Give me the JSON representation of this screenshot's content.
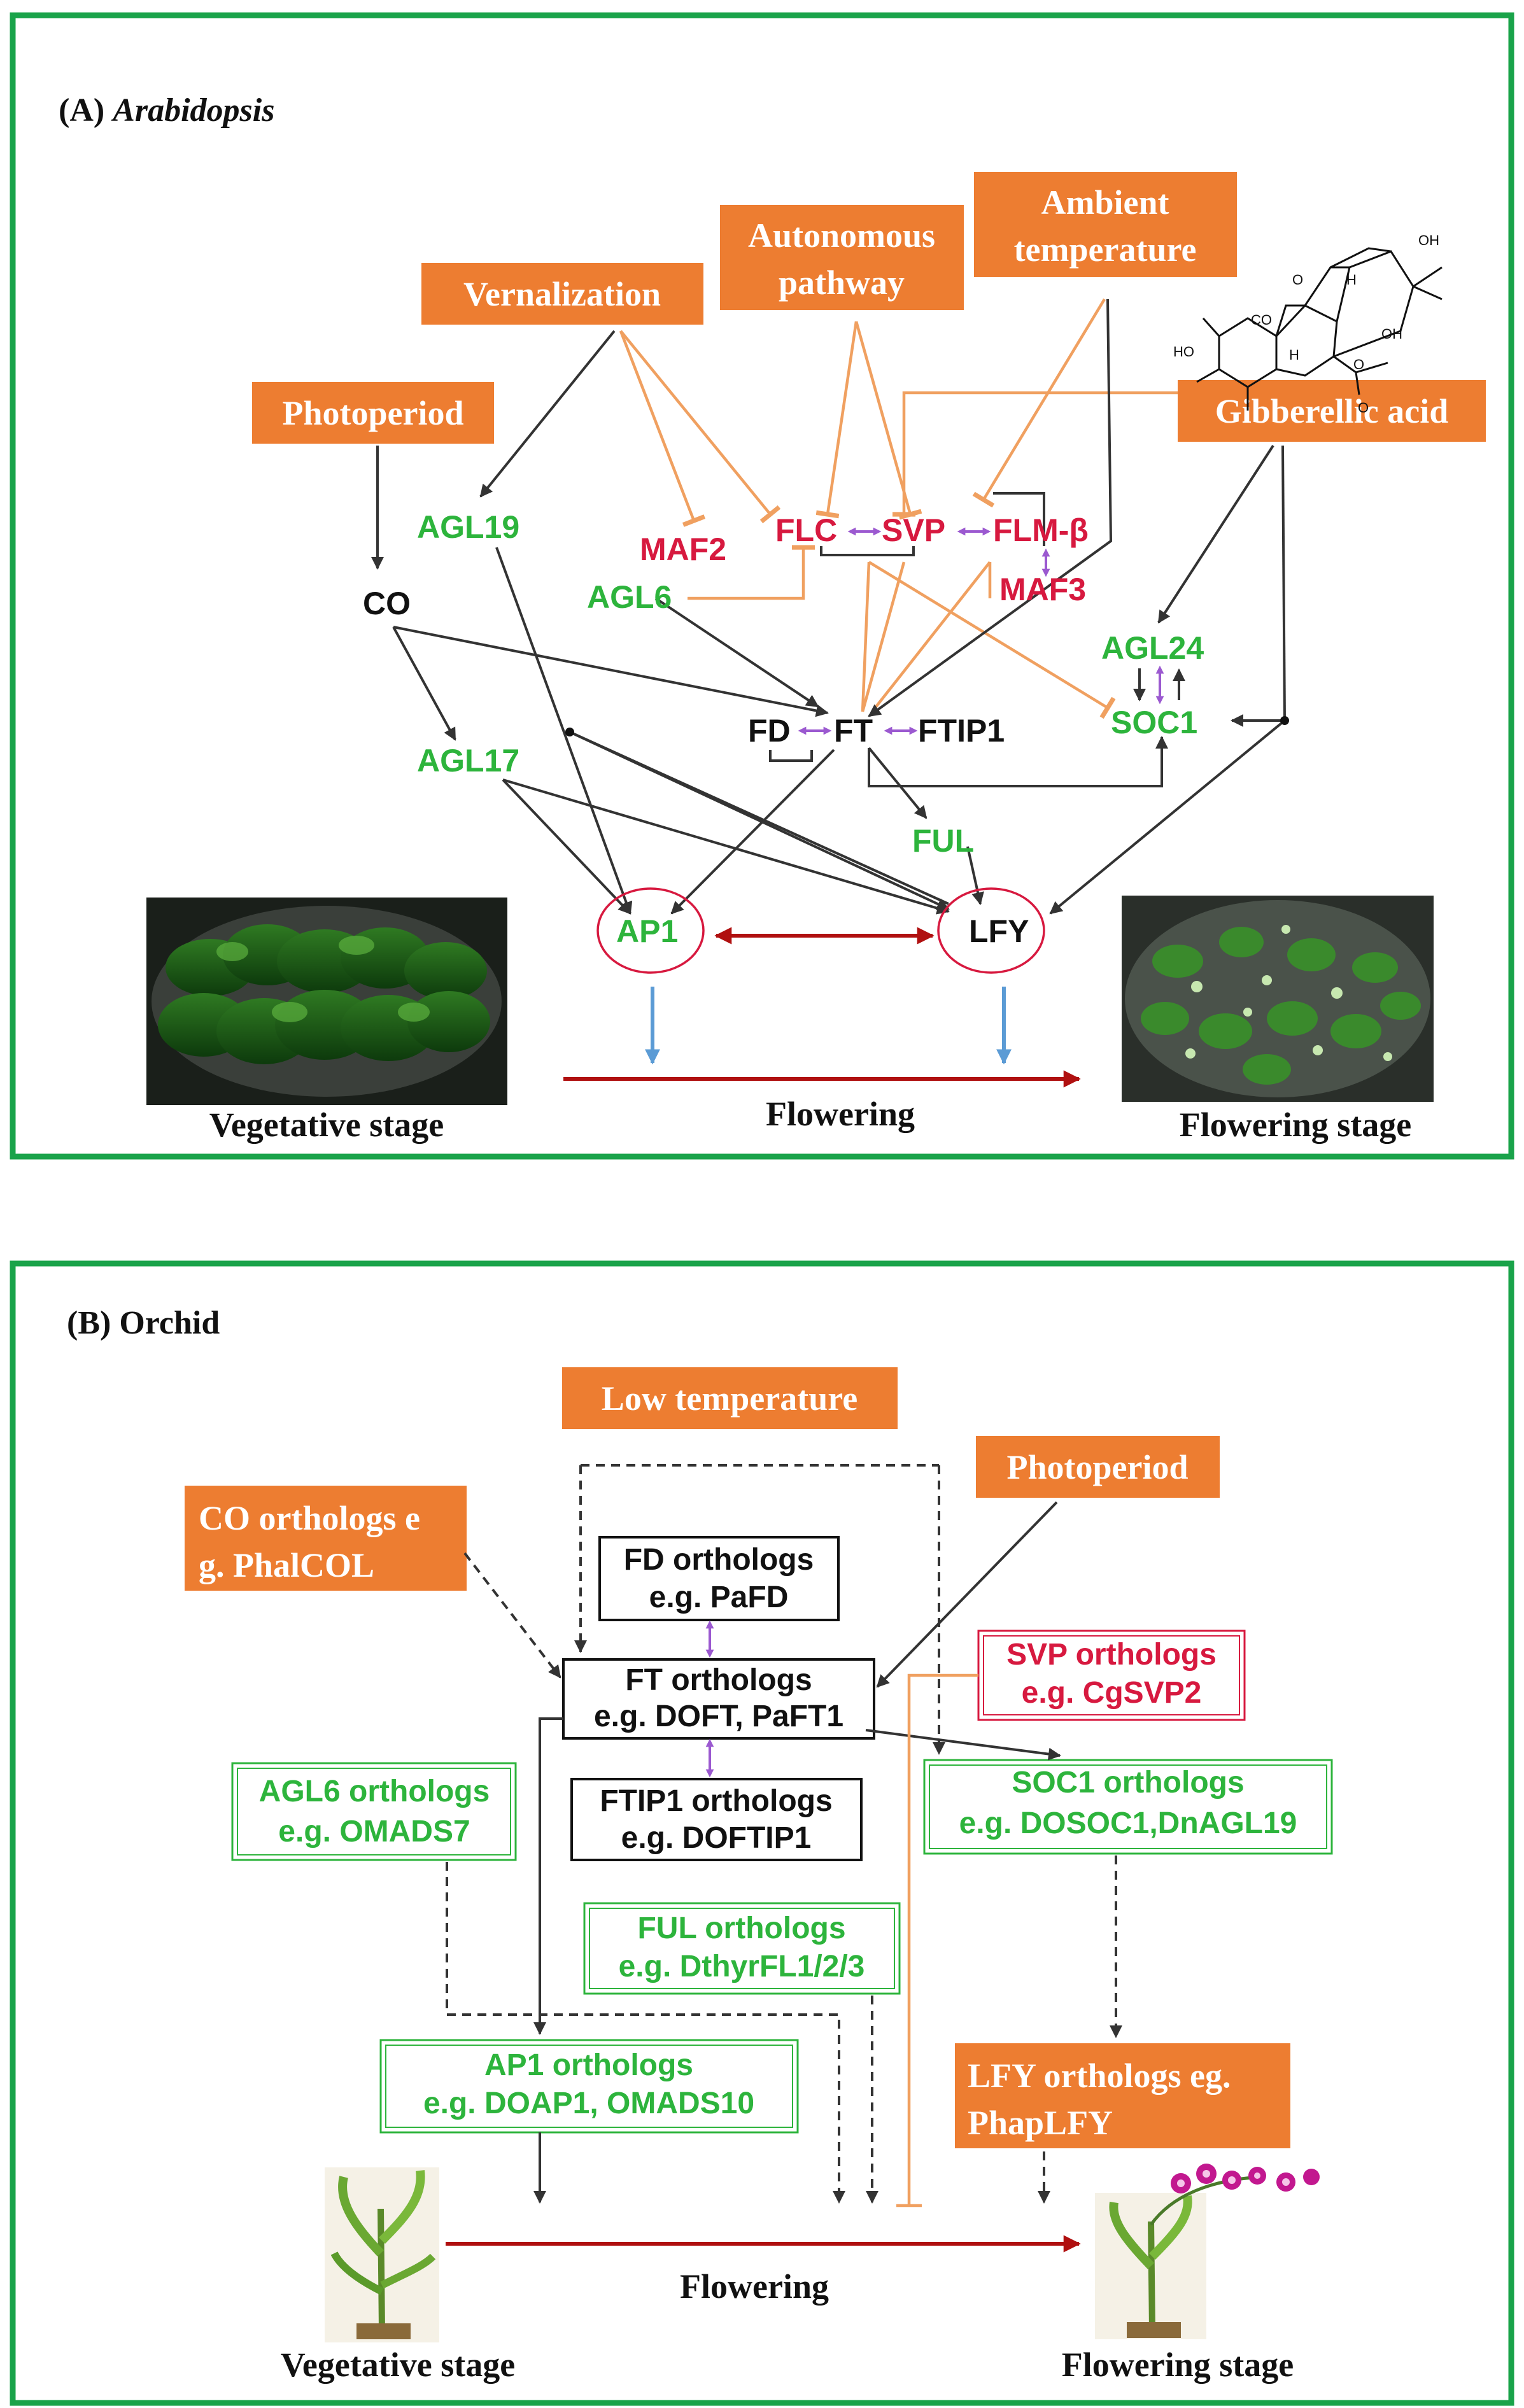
{
  "panel_a": {
    "title_letter": "(A)",
    "title_species": "Arabidopsis",
    "signals": {
      "vernalization": "Vernalization",
      "autonomous_1": "Autonomous",
      "autonomous_2": "pathway",
      "ambient_1": "Ambient",
      "ambient_2": "temperature",
      "photoperiod": "Photoperiod",
      "gibberellic": "Gibberellic acid"
    },
    "molecule_labels": {
      "oh_top": "OH",
      "oh_right": "OH",
      "ho_left": "HO",
      "o1": "O",
      "o2": "O",
      "co": "CO",
      "h1": "H",
      "h2": "H",
      "o3": "O"
    },
    "genes": {
      "agl19": "AGL19",
      "co": "CO",
      "agl17": "AGL17",
      "maf2": "MAF2",
      "agl6": "AGL6",
      "flc": "FLC",
      "svp": "SVP",
      "flm": "FLM-β",
      "maf3": "MAF3",
      "agl24": "AGL24",
      "soc1": "SOC1",
      "fd": "FD",
      "ft": "FT",
      "ftip1": "FTIP1",
      "ful": "FUL",
      "ap1": "AP1",
      "lfy": "LFY"
    },
    "stage_vegetative": "Vegetative stage",
    "stage_flowering_label": "Flowering",
    "stage_flowering": "Flowering stage",
    "colors": {
      "frame": "#1aa34a",
      "signal": "#ED7D31",
      "green_gene": "#2db43c",
      "red_gene": "#d7193f",
      "repress": "#f0a060",
      "purple": "#9b59d0",
      "dark_red": "#b01010",
      "blue": "#5b9bd5"
    }
  },
  "panel_b": {
    "title": "(B) Orchid",
    "signals": {
      "low_temp": "Low temperature",
      "photoperiod": "Photoperiod",
      "co_1": "CO orthologs e",
      "co_2": "g. PhalCOL",
      "lfy_1": "LFY orthologs eg.",
      "lfy_2": "PhapLFY"
    },
    "boxes": {
      "fd_1": "FD orthologs",
      "fd_2": "e.g. PaFD",
      "ft_1": "FT orthologs",
      "ft_2": "e.g. DOFT, PaFT1",
      "ftip_1": "FTIP1 orthologs",
      "ftip_2": "e.g. DOFTIP1",
      "svp_1": "SVP orthologs",
      "svp_2": "e.g. CgSVP2",
      "agl6_1": "AGL6 orthologs",
      "agl6_2": "e.g. OMADS7",
      "soc1_1": "SOC1 orthologs",
      "soc1_2": "e.g. DOSOC1,DnAGL19",
      "ful_1": "FUL orthologs",
      "ful_2": "e.g. DthyrFL1/2/3",
      "ap1_1": "AP1 orthologs",
      "ap1_2": "e.g. DOAP1, OMADS10"
    },
    "stage_vegetative": "Vegetative stage",
    "stage_flowering_label": "Flowering",
    "stage_flowering": "Flowering stage"
  }
}
